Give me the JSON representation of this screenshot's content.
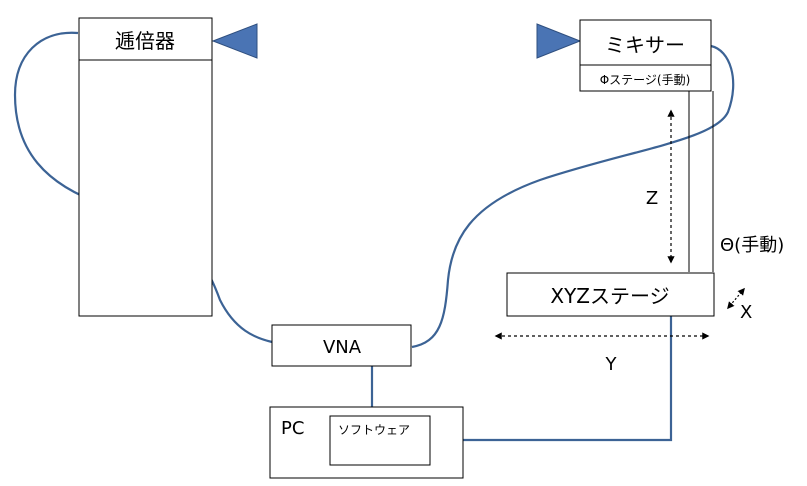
{
  "multiplier": {
    "label": "逓倍器"
  },
  "mixer": {
    "label": "ミキサー",
    "phi_stage": "Φステージ(手動)"
  },
  "vna": {
    "label": "VNA"
  },
  "pc": {
    "label": "PC",
    "software": "ソフトウェア"
  },
  "xyz_stage": {
    "label": "XYZステージ"
  },
  "axes": {
    "z": "Z",
    "theta": "Θ(手動)",
    "x": "X",
    "y": "Y"
  },
  "colors": {
    "cable": "#3c6395",
    "horn": "#4a74b4",
    "outline": "#000000"
  }
}
